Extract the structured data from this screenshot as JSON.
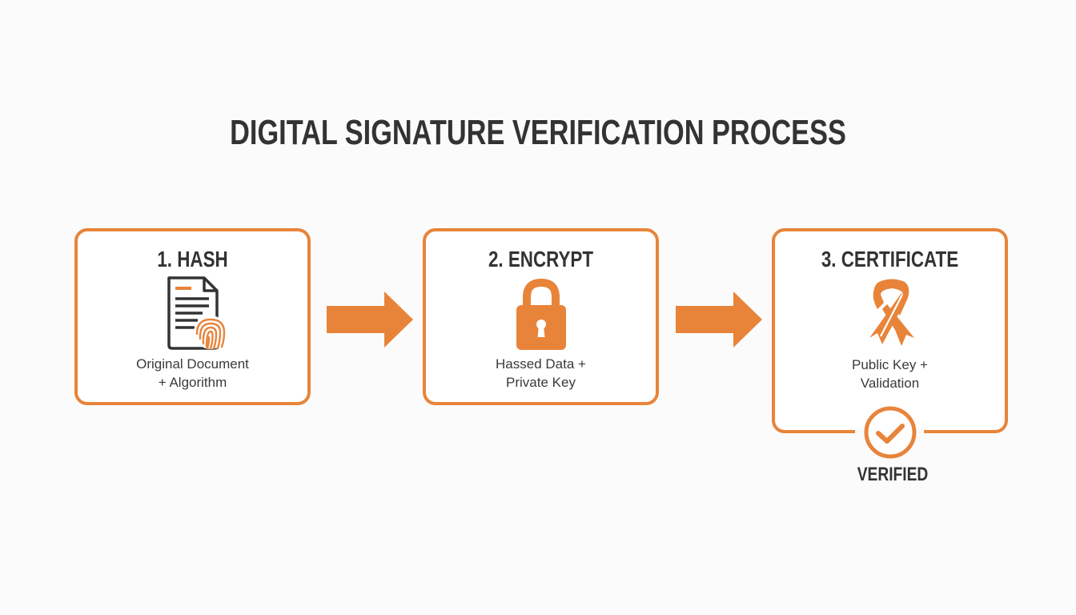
{
  "title": "DIGITAL SIGNATURE VERIFICATION PROCESS",
  "colors": {
    "accent": "#e8843a",
    "text": "#333333",
    "background": "#fbfbfb"
  },
  "steps": [
    {
      "title": "1. HASH",
      "icon": "document-fingerprint-icon",
      "desc_line1": "Original Document",
      "desc_line2": "+ Algorithm"
    },
    {
      "title": "2. ENCRYPT",
      "icon": "padlock-icon",
      "desc_line1": "Hassed Data +",
      "desc_line2": "Private Key"
    },
    {
      "title": "3. CERTIFICATE",
      "icon": "ribbon-icon",
      "desc_line1": "Public Key +",
      "desc_line2": "Validation"
    }
  ],
  "connectors": [
    "arrow-right-icon",
    "arrow-right-icon"
  ],
  "result": {
    "icon": "check-circle-icon",
    "label": "VERIFIED"
  }
}
